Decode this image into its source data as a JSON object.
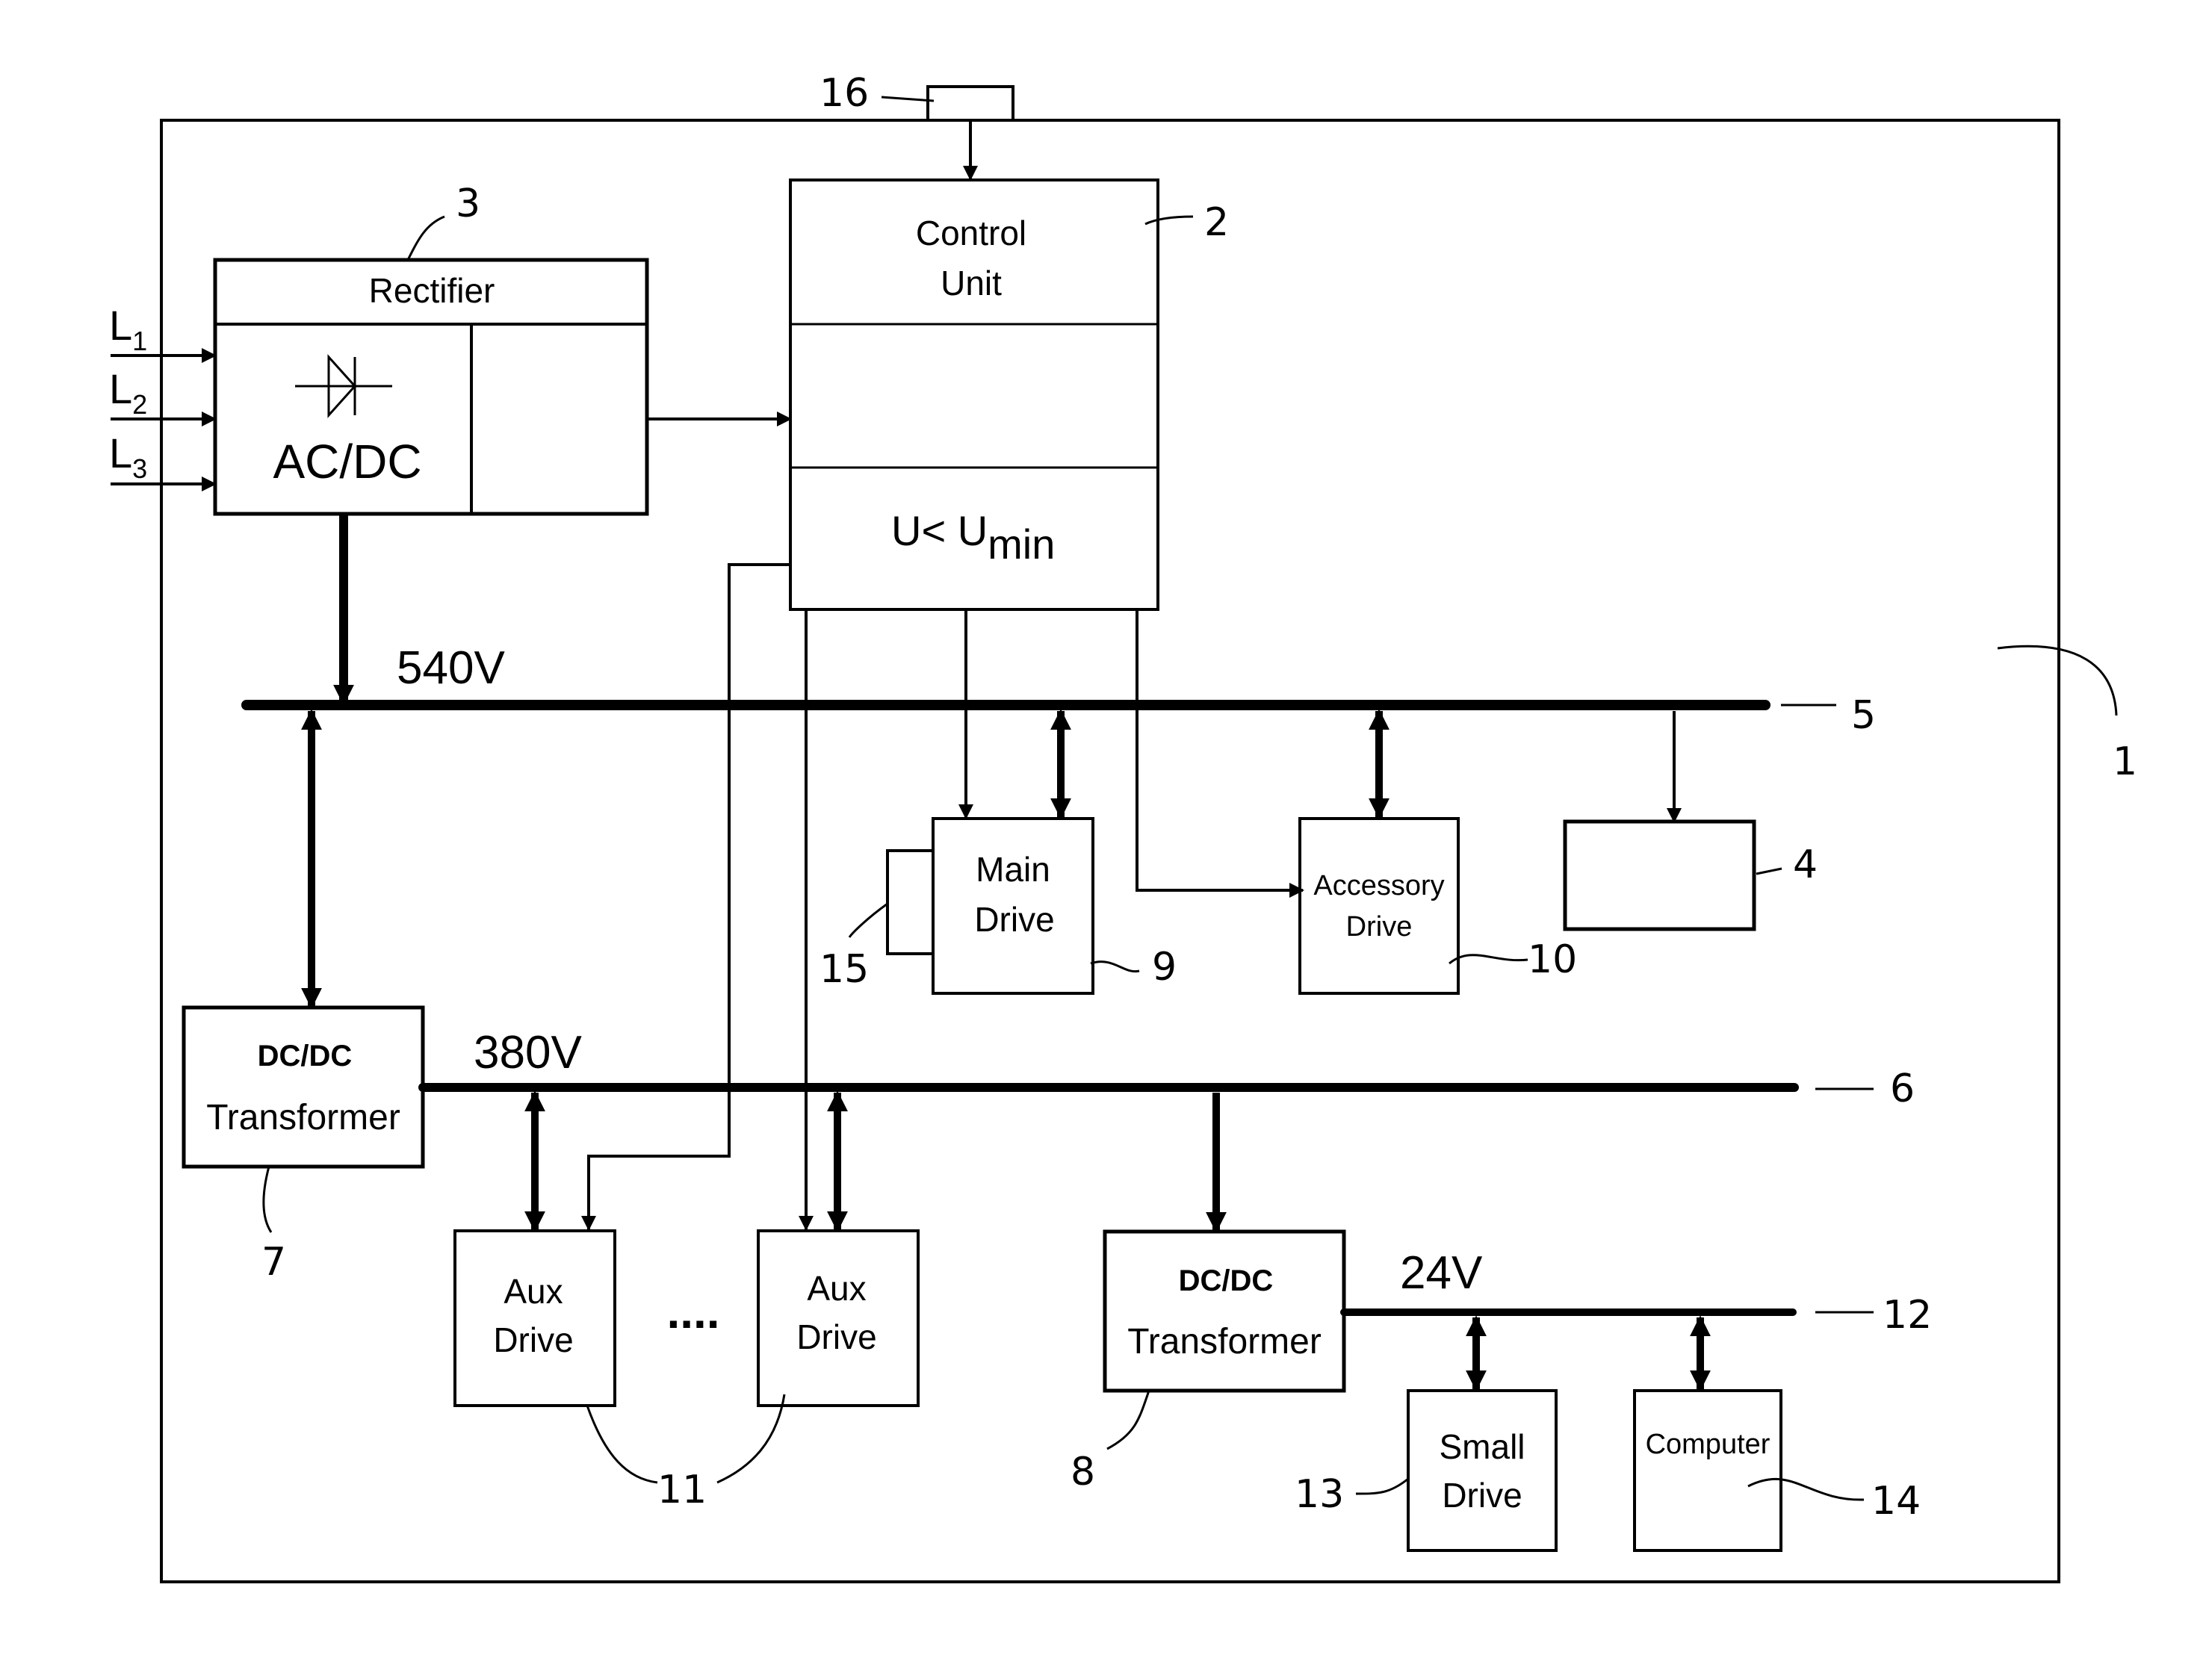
{
  "inputs": [
    "L",
    "L",
    "L"
  ],
  "input_subscripts": [
    "1",
    "2",
    "3"
  ],
  "rectifier": {
    "title": "Rectifier",
    "label": "AC/DC"
  },
  "control_unit": {
    "title_line1": "Control",
    "title_line2": "Unit",
    "condition_main": "U< U",
    "condition_sub": "min"
  },
  "buses": {
    "bus_540": "540V",
    "bus_380": "380V",
    "bus_24": "24V"
  },
  "dcdc_1": {
    "line1": "DC/DC",
    "line2": "Transformer"
  },
  "dcdc_2": {
    "line1": "DC/DC",
    "line2": "Transformer"
  },
  "main_drive": {
    "line1": "Main",
    "line2": "Drive"
  },
  "accessory_drive": {
    "line1": "Accessory",
    "line2": "Drive"
  },
  "aux_drive_1": {
    "line1": "Aux",
    "line2": "Drive"
  },
  "aux_drive_2": {
    "line1": "Aux",
    "line2": "Drive"
  },
  "ellipsis": "....",
  "small_drive": {
    "line1": "Small",
    "line2": "Drive"
  },
  "computer": {
    "label": "Computer"
  },
  "refs": {
    "r1": "1",
    "r2": "2",
    "r3": "3",
    "r4": "4",
    "r5": "5",
    "r6": "6",
    "r7": "7",
    "r8": "8",
    "r9": "9",
    "r10": "10",
    "r11": "11",
    "r12": "12",
    "r13": "13",
    "r14": "14",
    "r15": "15",
    "r16": "16"
  }
}
